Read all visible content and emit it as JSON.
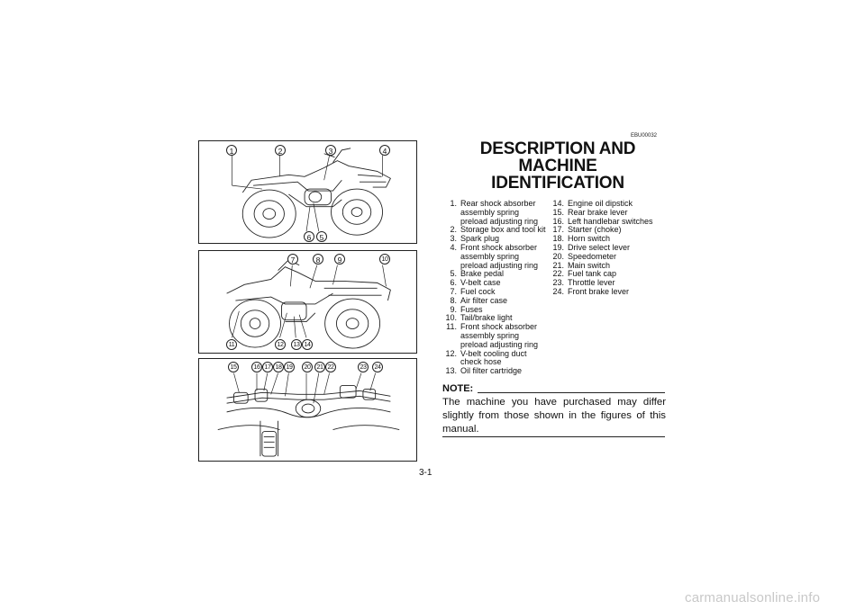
{
  "doc_code": "EBU00032",
  "title_line1": "DESCRIPTION AND MACHINE",
  "title_line2": "IDENTIFICATION",
  "figure1_callouts": [
    "1",
    "2",
    "3",
    "4",
    "5",
    "6"
  ],
  "figure2_callouts": [
    "7",
    "8",
    "9",
    "10",
    "11",
    "12",
    "13",
    "14"
  ],
  "figure3_callouts": [
    "15",
    "16",
    "17",
    "18",
    "19",
    "20",
    "21",
    "22",
    "23",
    "24"
  ],
  "parts_left": [
    {
      "num": "1.",
      "text": "Rear shock absorber assembly spring preload adjusting ring"
    },
    {
      "num": "2.",
      "text": "Storage box and tool kit"
    },
    {
      "num": "3.",
      "text": "Spark plug"
    },
    {
      "num": "4.",
      "text": "Front shock absorber assembly spring preload adjusting ring"
    },
    {
      "num": "5.",
      "text": "Brake pedal"
    },
    {
      "num": "6.",
      "text": "V-belt case"
    },
    {
      "num": "7.",
      "text": "Fuel cock"
    },
    {
      "num": "8.",
      "text": "Air filter case"
    },
    {
      "num": "9.",
      "text": "Fuses"
    },
    {
      "num": "10.",
      "text": "Tail/brake light"
    },
    {
      "num": "11.",
      "text": "Front shock absorber assembly spring preload adjusting ring"
    },
    {
      "num": "12.",
      "text": "V-belt cooling duct check hose"
    },
    {
      "num": "13.",
      "text": "Oil filter cartridge"
    }
  ],
  "parts_right": [
    {
      "num": "14.",
      "text": "Engine oil dipstick"
    },
    {
      "num": "15.",
      "text": "Rear brake lever"
    },
    {
      "num": "16.",
      "text": "Left handlebar switches"
    },
    {
      "num": "17.",
      "text": "Starter (choke)"
    },
    {
      "num": "18.",
      "text": "Horn switch"
    },
    {
      "num": "19.",
      "text": "Drive select lever"
    },
    {
      "num": "20.",
      "text": "Speedometer"
    },
    {
      "num": "21.",
      "text": "Main switch"
    },
    {
      "num": "22.",
      "text": "Fuel tank cap"
    },
    {
      "num": "23.",
      "text": "Throttle lever"
    },
    {
      "num": "24.",
      "text": "Front brake lever"
    }
  ],
  "note_label": "NOTE:",
  "note_text": "The machine you have purchased may differ slightly from those shown in the figures of this manual.",
  "page_number": "3-1",
  "watermark": "carmanualsonline.info"
}
